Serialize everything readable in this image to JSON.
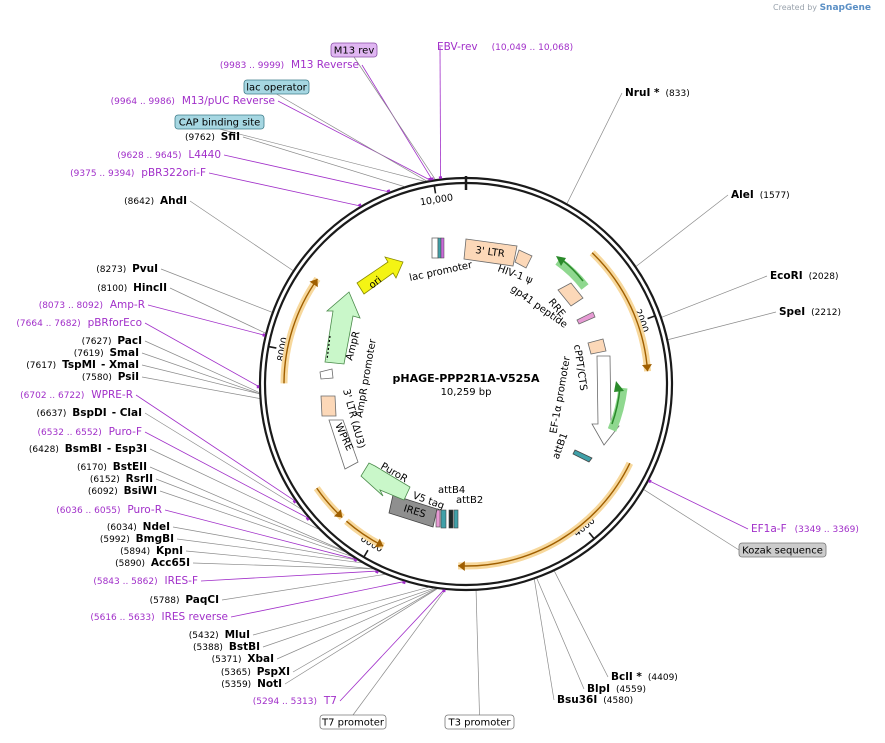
{
  "credit": {
    "created_by": "Created by",
    "brand": "SnapGene"
  },
  "map": {
    "name": "pHAGE-PPP2R1A-V525A",
    "length_label": "10,259 bp",
    "length": 10259,
    "tick_labels": [
      "2000",
      "4000",
      "6000",
      "8000",
      "10,000"
    ],
    "tick_values": [
      2000,
      4000,
      6000,
      8000,
      10000
    ]
  },
  "enzymes": [
    {
      "name": "NruI *",
      "pos": "(833)"
    },
    {
      "name": "AleI",
      "pos": "(1577)"
    },
    {
      "name": "EcoRI",
      "pos": "(2028)"
    },
    {
      "name": "SpeI",
      "pos": "(2212)"
    },
    {
      "name": "BclI *",
      "pos": "(4409)"
    },
    {
      "name": "BlpI",
      "pos": "(4559)"
    },
    {
      "name": "Bsu36I",
      "pos": "(4580)"
    },
    {
      "name": "NotI",
      "pos": "(5359)"
    },
    {
      "name": "PspXI",
      "pos": "(5365)"
    },
    {
      "name": "XbaI",
      "pos": "(5371)"
    },
    {
      "name": "BstBI",
      "pos": "(5388)"
    },
    {
      "name": "MluI",
      "pos": "(5432)"
    },
    {
      "name": "PaqCI",
      "pos": "(5788)"
    },
    {
      "name": "Acc65I",
      "pos": "(5890)"
    },
    {
      "name": "KpnI",
      "pos": "(5894)"
    },
    {
      "name": "BmgBI",
      "pos": "(5992)"
    },
    {
      "name": "NdeI",
      "pos": "(6034)"
    },
    {
      "name": "BsiWI",
      "pos": "(6092)"
    },
    {
      "name": "RsrII",
      "pos": "(6152)"
    },
    {
      "name": "BstEII",
      "pos": "(6170)"
    },
    {
      "name": "BsmBI",
      "pos": "(6428)",
      "name2": "- Esp3I"
    },
    {
      "name": "BspDI",
      "pos": "(6637)",
      "name2": "- ClaI"
    },
    {
      "name": "PsiI",
      "pos": "(7580)"
    },
    {
      "name": "TspMI",
      "pos": "(7617)",
      "name2": "- XmaI"
    },
    {
      "name": "SmaI",
      "pos": "(7619)"
    },
    {
      "name": "PacI",
      "pos": "(7627)"
    },
    {
      "name": "HincII",
      "pos": "(8100)"
    },
    {
      "name": "PvuI",
      "pos": "(8273)"
    },
    {
      "name": "AhdI",
      "pos": "(8642)"
    },
    {
      "name": "SfiI",
      "pos": "(9762)"
    }
  ],
  "primers": [
    {
      "name": "EBV-rev",
      "pos": "(10,049 .. 10,068)"
    },
    {
      "name": "M13 Reverse",
      "pos": "(9983 .. 9999)"
    },
    {
      "name": "M13/pUC Reverse",
      "pos": "(9964 .. 9986)"
    },
    {
      "name": "L4440",
      "pos": "(9628 .. 9645)"
    },
    {
      "name": "pBR322ori-F",
      "pos": "(9375 .. 9394)"
    },
    {
      "name": "Amp-R",
      "pos": "(8073 .. 8092)"
    },
    {
      "name": "pBRforEco",
      "pos": "(7664 .. 7682)"
    },
    {
      "name": "WPRE-R",
      "pos": "(6702 .. 6722)"
    },
    {
      "name": "Puro-F",
      "pos": "(6532 .. 6552)"
    },
    {
      "name": "Puro-R",
      "pos": "(6036 .. 6055)"
    },
    {
      "name": "IRES-F",
      "pos": "(5843 .. 5862)"
    },
    {
      "name": "IRES reverse",
      "pos": "(5616 .. 5633)"
    },
    {
      "name": "T7",
      "pos": "(5294 .. 5313)"
    },
    {
      "name": "EF1a-F",
      "pos": "(3349 .. 3369)"
    }
  ],
  "boxed_labels": [
    {
      "name": "M13 rev",
      "style": "purple"
    },
    {
      "name": "lac operator",
      "style": "teal"
    },
    {
      "name": "CAP binding site",
      "style": "teal"
    },
    {
      "name": "Kozak sequence",
      "style": "gray"
    },
    {
      "name": "T7 promoter",
      "style": "white"
    },
    {
      "name": "T3 promoter",
      "style": "white"
    }
  ],
  "features": [
    {
      "label": "3' LTR"
    },
    {
      "label": "HIV-1 ψ"
    },
    {
      "label": "RRE"
    },
    {
      "label": "gp41 peptide"
    },
    {
      "label": "cPPT/CTS"
    },
    {
      "label": "EF-1α promoter"
    },
    {
      "label": "attB1"
    },
    {
      "label": "attB4"
    },
    {
      "label": "attB2"
    },
    {
      "label": "V5 tag"
    },
    {
      "label": "IRES"
    },
    {
      "label": "PuroR"
    },
    {
      "label": "WPRE"
    },
    {
      "label": "3' LTR (ΔU3)"
    },
    {
      "label": "AmpR promoter"
    },
    {
      "label": "AmpR"
    },
    {
      "label": "ori"
    },
    {
      "label": "lac promoter"
    }
  ],
  "colors": {
    "backbone": "#1a1a1a",
    "orf_fill": "#f7d89c",
    "orf_stroke": "#b07a1a",
    "orf_arrow": "#a05f00",
    "primer": "#a12fc9",
    "ltr": "#fcd8b8",
    "green": "#c9f7c9",
    "ori": "#f4f414",
    "ires": "#8f8f8f"
  }
}
